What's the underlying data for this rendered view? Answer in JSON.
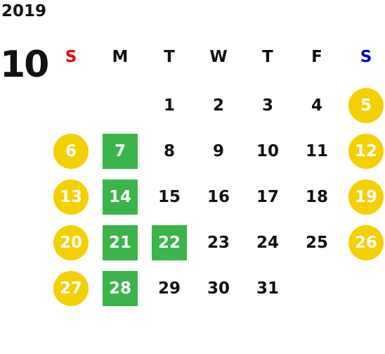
{
  "calendar": {
    "year": "2019",
    "month": "10",
    "weekdays": [
      {
        "label": "S",
        "color": "#ee0000"
      },
      {
        "label": "M",
        "color": "#111111"
      },
      {
        "label": "T",
        "color": "#111111"
      },
      {
        "label": "W",
        "color": "#111111"
      },
      {
        "label": "T",
        "color": "#111111"
      },
      {
        "label": "F",
        "color": "#111111"
      },
      {
        "label": "S",
        "color": "#0000dd"
      }
    ],
    "colors": {
      "weekend_circle": "#f5d000",
      "holiday_square": "#3ab54a",
      "sunday_label": "#ee0000",
      "saturday_label": "#0000dd",
      "text": "#111111"
    },
    "days": [
      {
        "label": "1",
        "type": "normal"
      },
      {
        "label": "2",
        "type": "normal"
      },
      {
        "label": "3",
        "type": "normal"
      },
      {
        "label": "4",
        "type": "normal"
      },
      {
        "label": "5",
        "type": "weekend"
      },
      {
        "label": "6",
        "type": "weekend"
      },
      {
        "label": "7",
        "type": "holiday"
      },
      {
        "label": "8",
        "type": "normal"
      },
      {
        "label": "9",
        "type": "normal"
      },
      {
        "label": "10",
        "type": "normal"
      },
      {
        "label": "11",
        "type": "normal"
      },
      {
        "label": "12",
        "type": "weekend"
      },
      {
        "label": "13",
        "type": "weekend"
      },
      {
        "label": "14",
        "type": "holiday"
      },
      {
        "label": "15",
        "type": "normal"
      },
      {
        "label": "16",
        "type": "normal"
      },
      {
        "label": "17",
        "type": "normal"
      },
      {
        "label": "18",
        "type": "normal"
      },
      {
        "label": "19",
        "type": "weekend"
      },
      {
        "label": "20",
        "type": "weekend"
      },
      {
        "label": "21",
        "type": "holiday"
      },
      {
        "label": "22",
        "type": "holiday"
      },
      {
        "label": "23",
        "type": "normal"
      },
      {
        "label": "24",
        "type": "normal"
      },
      {
        "label": "25",
        "type": "normal"
      },
      {
        "label": "26",
        "type": "weekend"
      },
      {
        "label": "27",
        "type": "weekend"
      },
      {
        "label": "28",
        "type": "holiday"
      },
      {
        "label": "29",
        "type": "normal"
      },
      {
        "label": "30",
        "type": "normal"
      },
      {
        "label": "31",
        "type": "normal"
      }
    ]
  }
}
